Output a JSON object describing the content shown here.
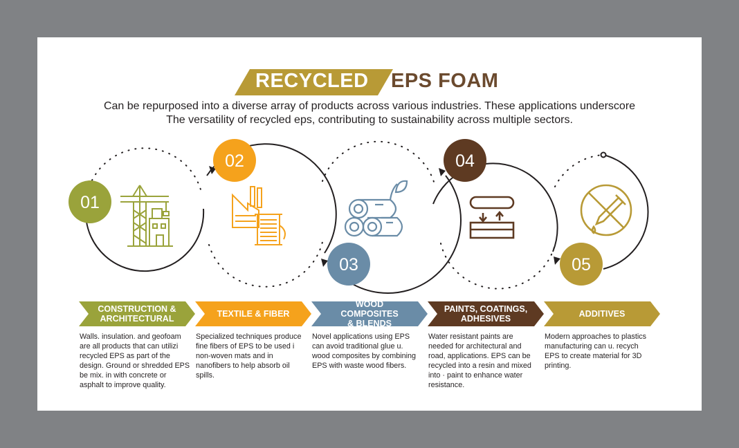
{
  "title": {
    "highlight": "RECYCLED",
    "rest": "EPS FOAM"
  },
  "subtitle": {
    "line1": "Can be repurposed into a diverse array of products across various industries. These applications underscore",
    "line2": "The versatility of recycled eps, contributing to sustainability across multiple sectors."
  },
  "colors": {
    "olive": "#9aa33b",
    "orange": "#f5a21c",
    "steel": "#6a8ca7",
    "brown": "#5e3a22",
    "gold": "#b89a36",
    "title_brown": "#6b4a2e"
  },
  "steps": [
    {
      "number": "01",
      "title_line1": "CONSTRUCTION &",
      "title_line2": "ARCHITECTURAL",
      "icon": "crane-building-icon",
      "description": "Walls. insulation. and geofoam are all products that can utilizi recycled EPS as part of the design. Ground or shredded EPS be mix. in with concrete or asphalt to improve quality."
    },
    {
      "number": "02",
      "title_line1": "TEXTILE & FIBER",
      "title_line2": "",
      "icon": "factory-thread-spool-icon",
      "description": "Specialized techniques produce fine fibers of EPS to be used i non-woven mats and in nanofibers to help absorb oil spills."
    },
    {
      "number": "03",
      "title_line1": "WOOD COMPOSITES",
      "title_line2": "& BLENDS",
      "icon": "wood-logs-icon",
      "description": "Novel applications using EPS can avoid traditional glue u. wood composites by combining EPS with waste wood fibers."
    },
    {
      "number": "04",
      "title_line1": "PAINTS, COATINGS,",
      "title_line2": "ADHESIVES",
      "icon": "adhesive-press-icon",
      "description": "Water resistant paints are needed for architectural and road, applications. EPS can be recycled into a resin and mixed into · paint to enhance water resistance."
    },
    {
      "number": "05",
      "title_line1": "ADDITIVES",
      "title_line2": "",
      "icon": "no-dropper-icon",
      "description": "Modern approaches to plastics manufacturing can u. recych EPS to create material for 3D printing."
    }
  ]
}
